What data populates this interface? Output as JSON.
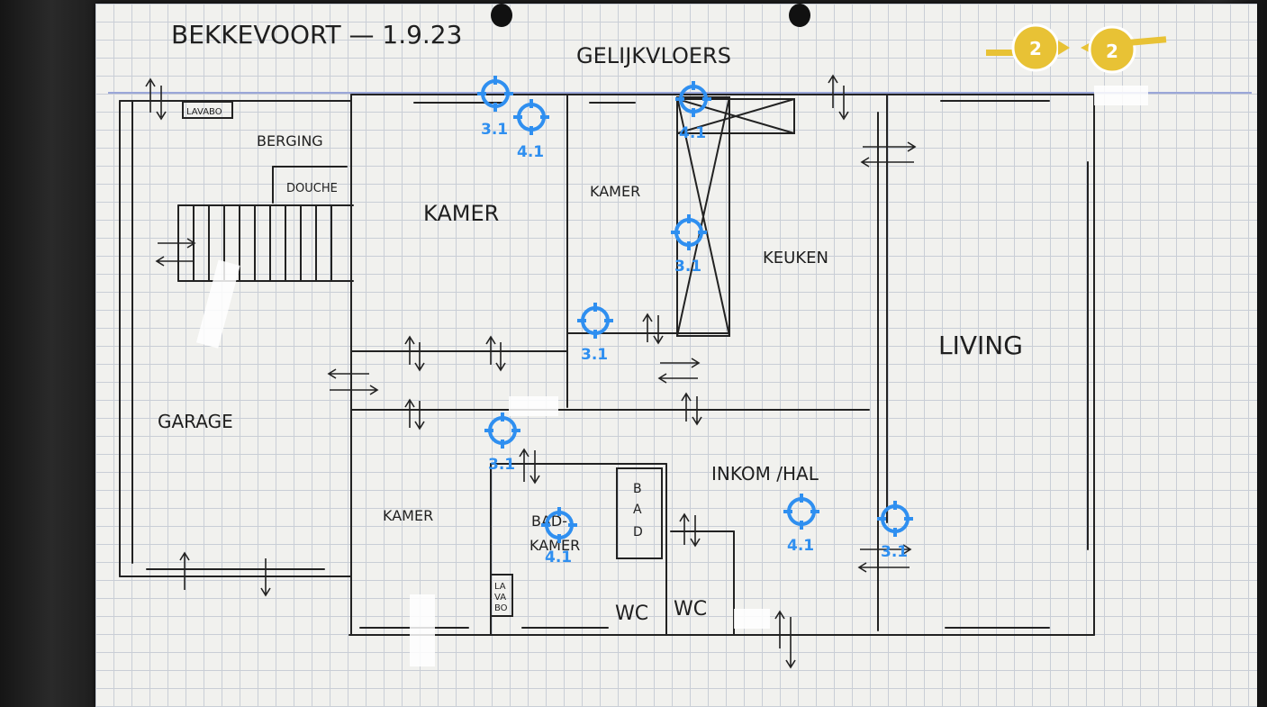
{
  "header": {
    "title": "BEKKEVOORT — 1.9.23",
    "subtitle": "GELIJKVLOERS"
  },
  "rooms": {
    "lavabo_top": "LAVABO",
    "berging": "BERGING",
    "douche": "DOUCHE",
    "kamer_1": "KAMER",
    "kamer_2": "KAMER",
    "keuken": "KEUKEN",
    "living": "LIVING",
    "garage": "GARAGE",
    "inkom_hal": "INKOM /HAL",
    "kamer_3": "KAMER",
    "bad_1": "BAD-",
    "bad_2": "KAMER",
    "bad_tub": [
      "B",
      "A",
      "D"
    ],
    "lavabo_bath": [
      "LA",
      "VA",
      "BO"
    ],
    "wc_1": "WC",
    "wc_2": "WC"
  },
  "markers": [
    {
      "label": "3.1",
      "icon": "crosshair-icon"
    },
    {
      "label": "4.1",
      "icon": "crosshair-icon"
    },
    {
      "label": "4.1",
      "icon": "crosshair-icon"
    },
    {
      "label": "3.1",
      "icon": "crosshair-icon"
    },
    {
      "label": "3.1",
      "icon": "crosshair-icon"
    },
    {
      "label": "3.1",
      "icon": "crosshair-icon"
    },
    {
      "label": "4.1",
      "icon": "crosshair-icon"
    },
    {
      "label": "4.1",
      "icon": "crosshair-icon"
    },
    {
      "label": "3.1",
      "icon": "crosshair-icon"
    }
  ],
  "badges": [
    {
      "label": "2",
      "icon": "arrow-right-badge-icon"
    },
    {
      "label": "2",
      "icon": "arrow-left-badge-icon"
    }
  ],
  "colors": {
    "marker": "#2f8ff0",
    "badge": "#e8c235",
    "ink": "#1f1f1f",
    "paper": "#f1f1ee",
    "grid": "#c9ced6"
  }
}
